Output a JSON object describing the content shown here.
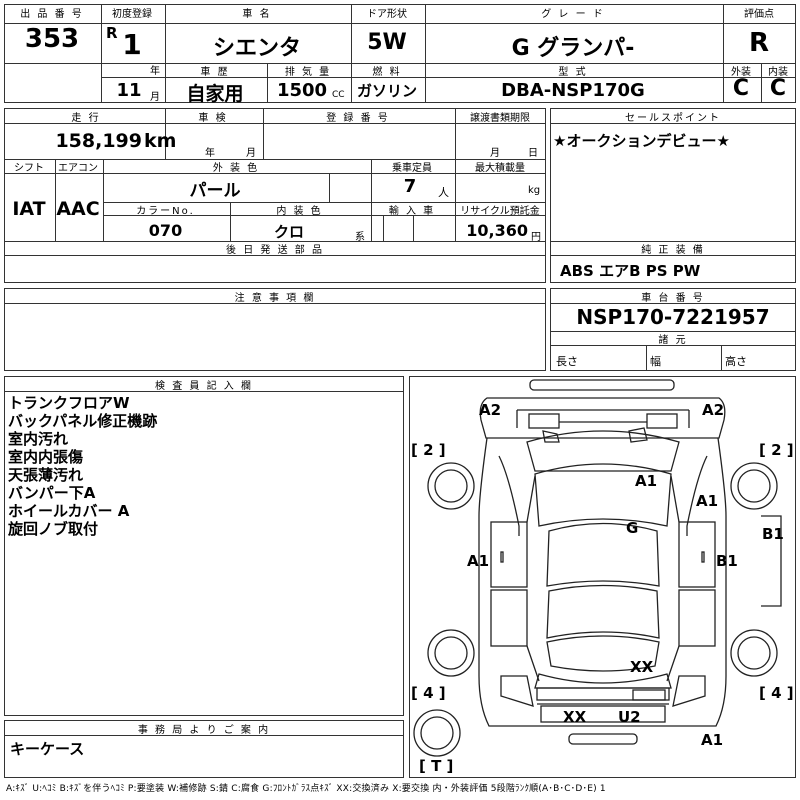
{
  "labels": {
    "lot_number": "出 品 番 号",
    "first_reg": "初度登録",
    "car_name": "車 名",
    "door_type": "ドア形状",
    "grade": "グ レ ー ド",
    "score": "評価点",
    "history": "車 歴",
    "displacement": "排 気 量",
    "fuel": "燃 料",
    "model_code": "型 式",
    "exterior": "外装",
    "interior": "内装",
    "mileage": "走 行",
    "inspection": "車 検",
    "reg_number": "登 録 番 号",
    "transfer_deadline": "譲渡書類期限",
    "sales_point": "セールスポイント",
    "shift": "シフト",
    "aircon": "エアコン",
    "ext_color": "外 装 色",
    "capacity": "乗車定員",
    "max_load": "最大積載量",
    "color_no": "カラーNo.",
    "int_color": "内 装 色",
    "import": "輸 入 車",
    "recycle": "リサイクル預託金",
    "later_parts": "後 日 発 送 部 品",
    "genuine_equipment": "純 正 装 備",
    "notes": "注 意 事 項 欄",
    "chassis_number": "車 台 番 号",
    "dimensions": "諸 元",
    "length": "長さ",
    "width": "幅",
    "height": "高さ",
    "inspector_notes": "検 査 員 記 入 欄",
    "office_notes": "事 務 局 よ り ご 案 内"
  },
  "units": {
    "year": "年",
    "month": "月",
    "cc": "CC",
    "km": "km",
    "persons": "人",
    "kg": "kg",
    "yen": "円",
    "series": "系",
    "r_mark": "R"
  },
  "values": {
    "lot_number": "353",
    "first_reg_year": "1",
    "first_reg_month": "11",
    "car_name": "シエンタ",
    "door_type": "5W",
    "grade": "G グランパ-",
    "score": "R",
    "history": "自家用",
    "displacement": "1500",
    "fuel": "ガソリン",
    "model_code": "DBA-NSP170G",
    "exterior_score": "C",
    "interior_score": "C",
    "mileage": "158,199",
    "ext_color": "パール",
    "capacity": "7",
    "color_no": "070",
    "int_color": "クロ",
    "recycle": "10,360",
    "shift": "IAT",
    "aircon": "AAC",
    "sales_point": "★オークションデビュー★",
    "genuine_equipment": "ABS エアB PS PW",
    "chassis_number": "NSP170-7221957",
    "office_notes": "キーケース"
  },
  "inspector_notes": [
    "トランクフロアW",
    "バックパネル修正機跡",
    "室内汚れ",
    "室内内張傷",
    "天張薄汚れ",
    "バンパー下A",
    "ホイールカバー A",
    "旋回ノブ取付"
  ],
  "diagram_marks": {
    "front_left": "A2",
    "front_right": "A2",
    "tire_fl": "[ 2 ]",
    "tire_fr": "[ 2 ]",
    "tire_rl": "[ 4 ]",
    "tire_rr": "[ 4 ]",
    "spare": "[ T ]",
    "hood": "A1",
    "right_fender": "A1",
    "windshield": "G",
    "left_door": "A1",
    "right_door": "B1",
    "right_pillar": "B1",
    "roof_rear": "XX",
    "rear_left": "XX",
    "rear_center": "U2",
    "rear_bumper": "A1"
  },
  "legend": "A:ｷｽﾞ U:ﾍｺﾐ B:ｷｽﾞを伴うﾍｺﾐ P:要塗装 W:補修跡 S:錆 C:腐食 G:ﾌﾛﾝﾄｶﾞﾗｽ点ｷｽﾞ XX:交換済み X:要交換 内・外装評価 5段階ﾗﾝｸ順(A･B･C･D･E) 1"
}
